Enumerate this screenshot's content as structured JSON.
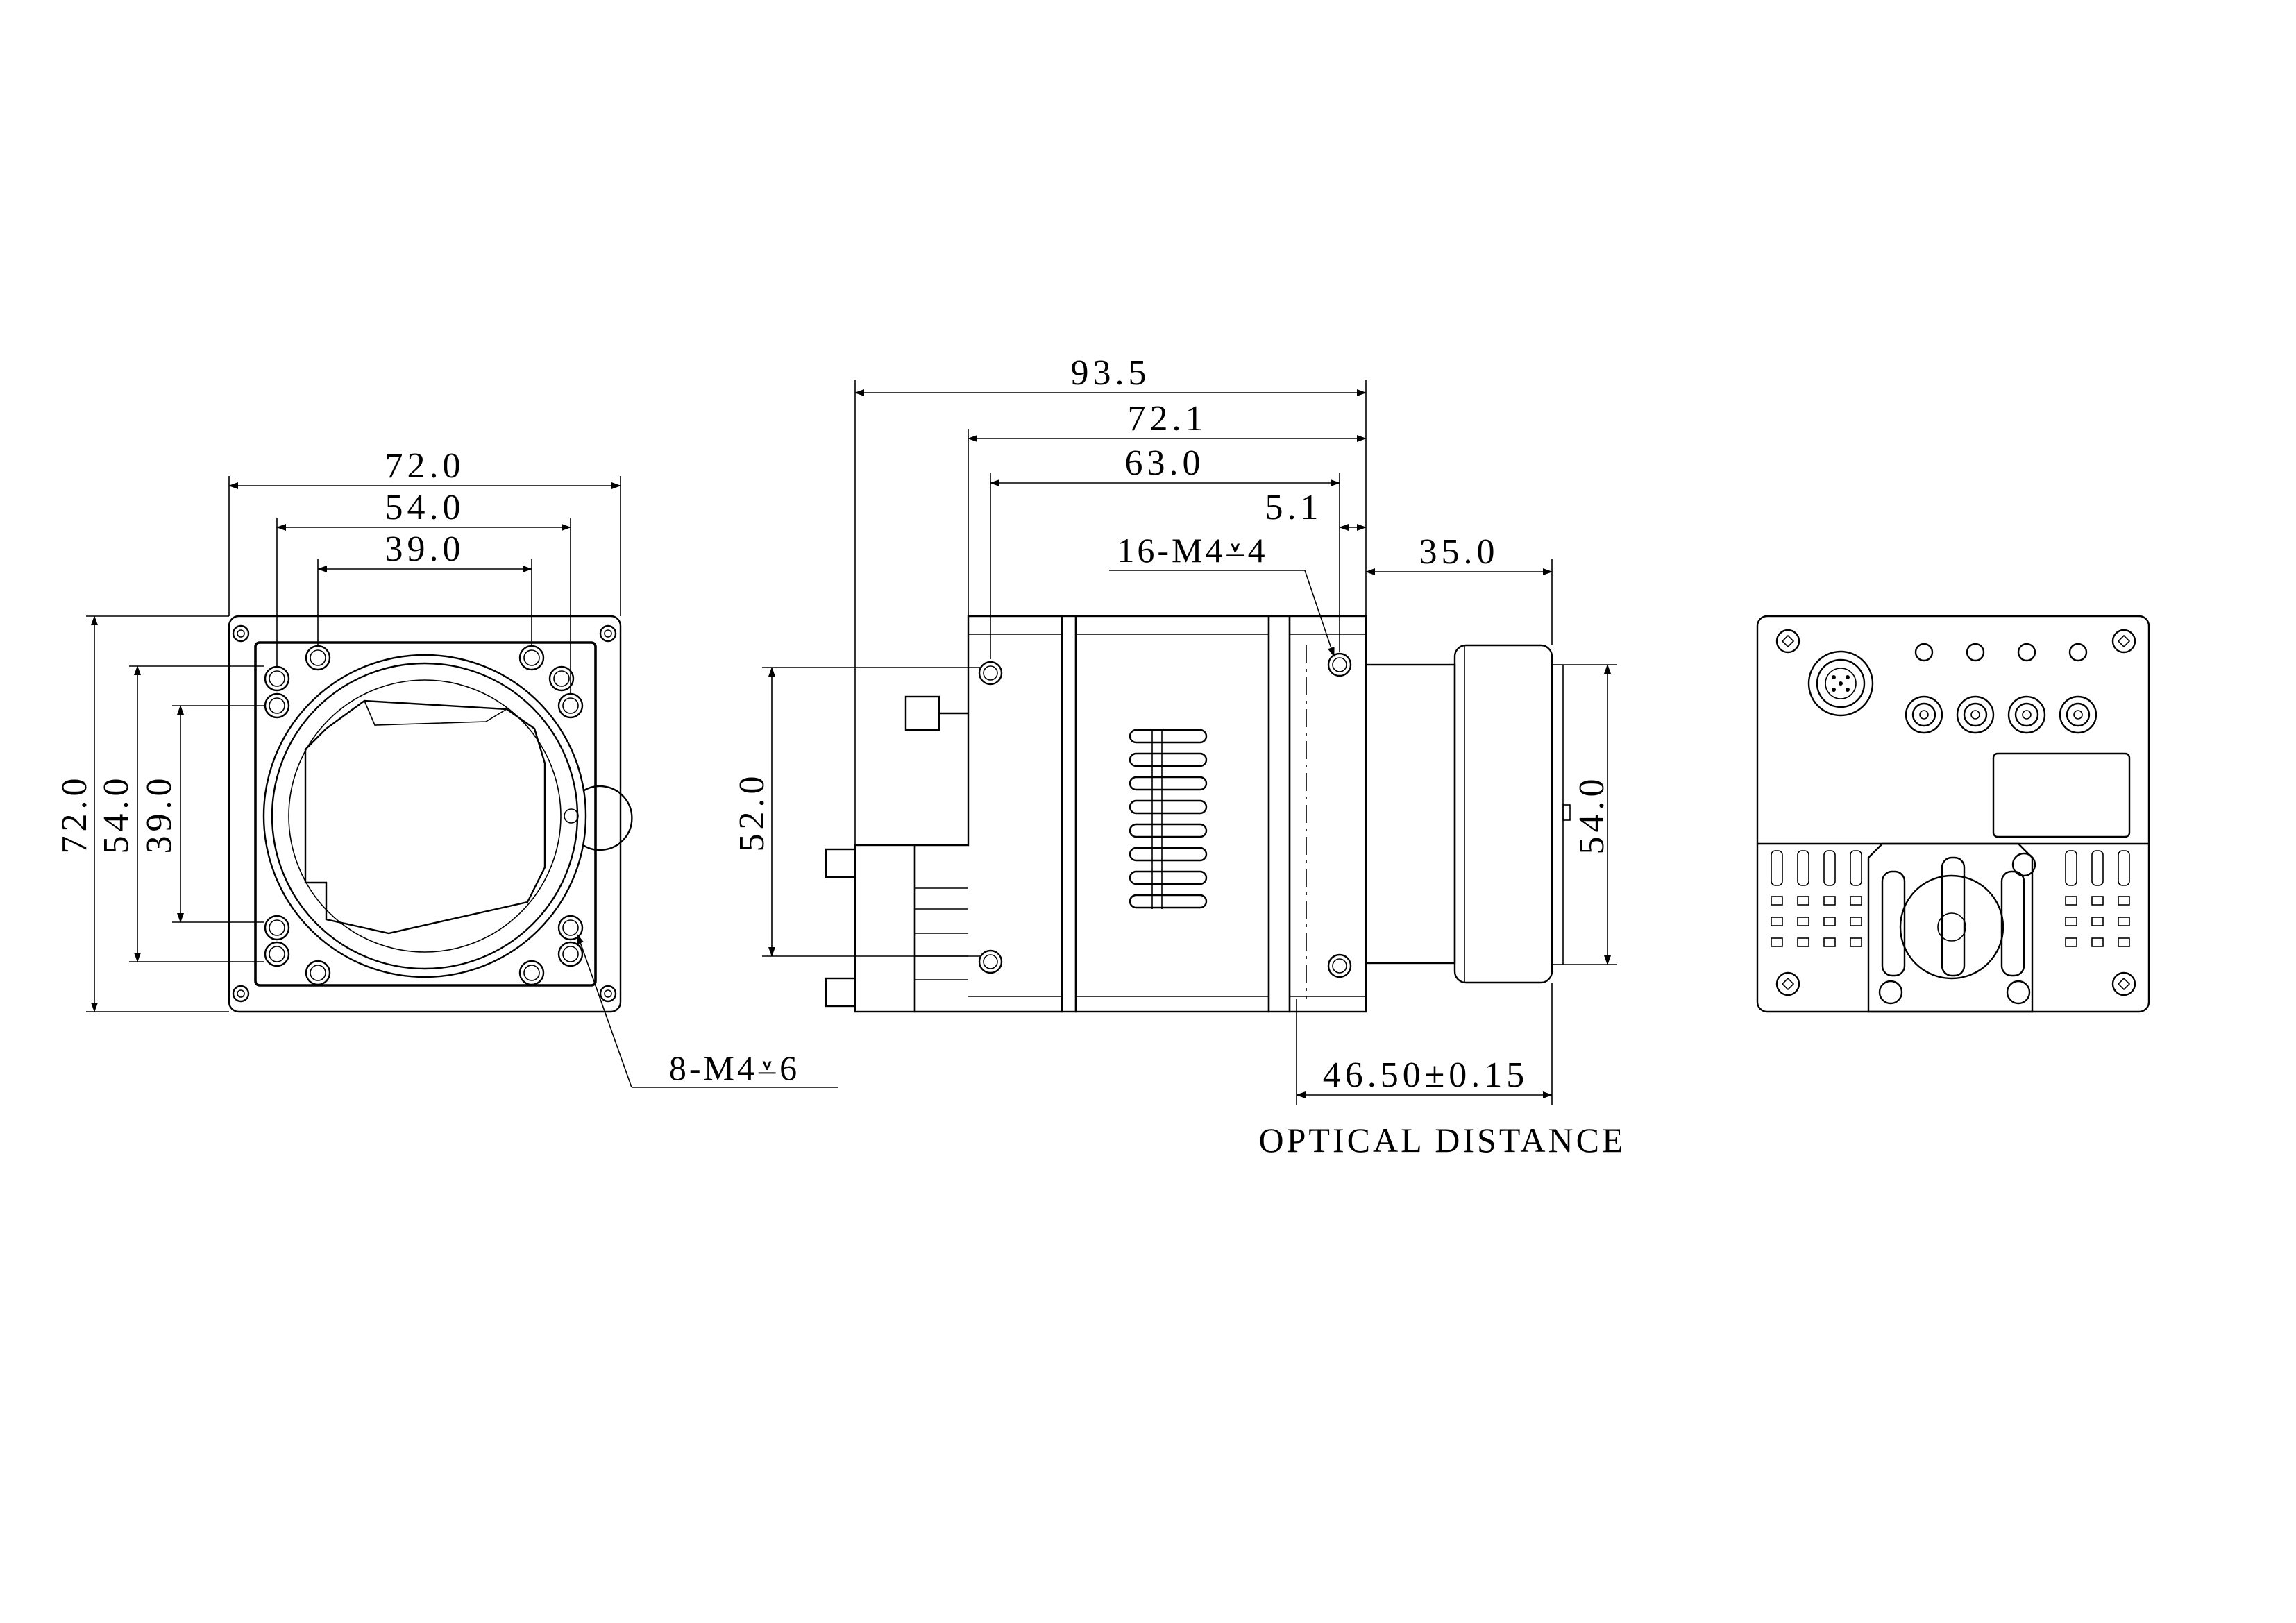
{
  "front_view": {
    "width_outer": "72.0",
    "width_mid": "54.0",
    "width_inner": "39.0",
    "height_outer": "72.0",
    "height_mid": "54.0",
    "height_inner": "39.0",
    "thread_callout": "8-M4⩡6"
  },
  "side_view": {
    "length_total": "93.5",
    "length_body": "72.1",
    "length_holes": "63.0",
    "flange_offset": "5.1",
    "thread_callout": "16-M4⩡4",
    "mount_length": "35.0",
    "hole_height": "52.0",
    "mount_height": "54.0",
    "optical_distance_value": "46.50±0.15",
    "optical_distance_label": "OPTICAL DISTANCE"
  },
  "colors": {
    "line": "#000000",
    "background": "#ffffff"
  }
}
